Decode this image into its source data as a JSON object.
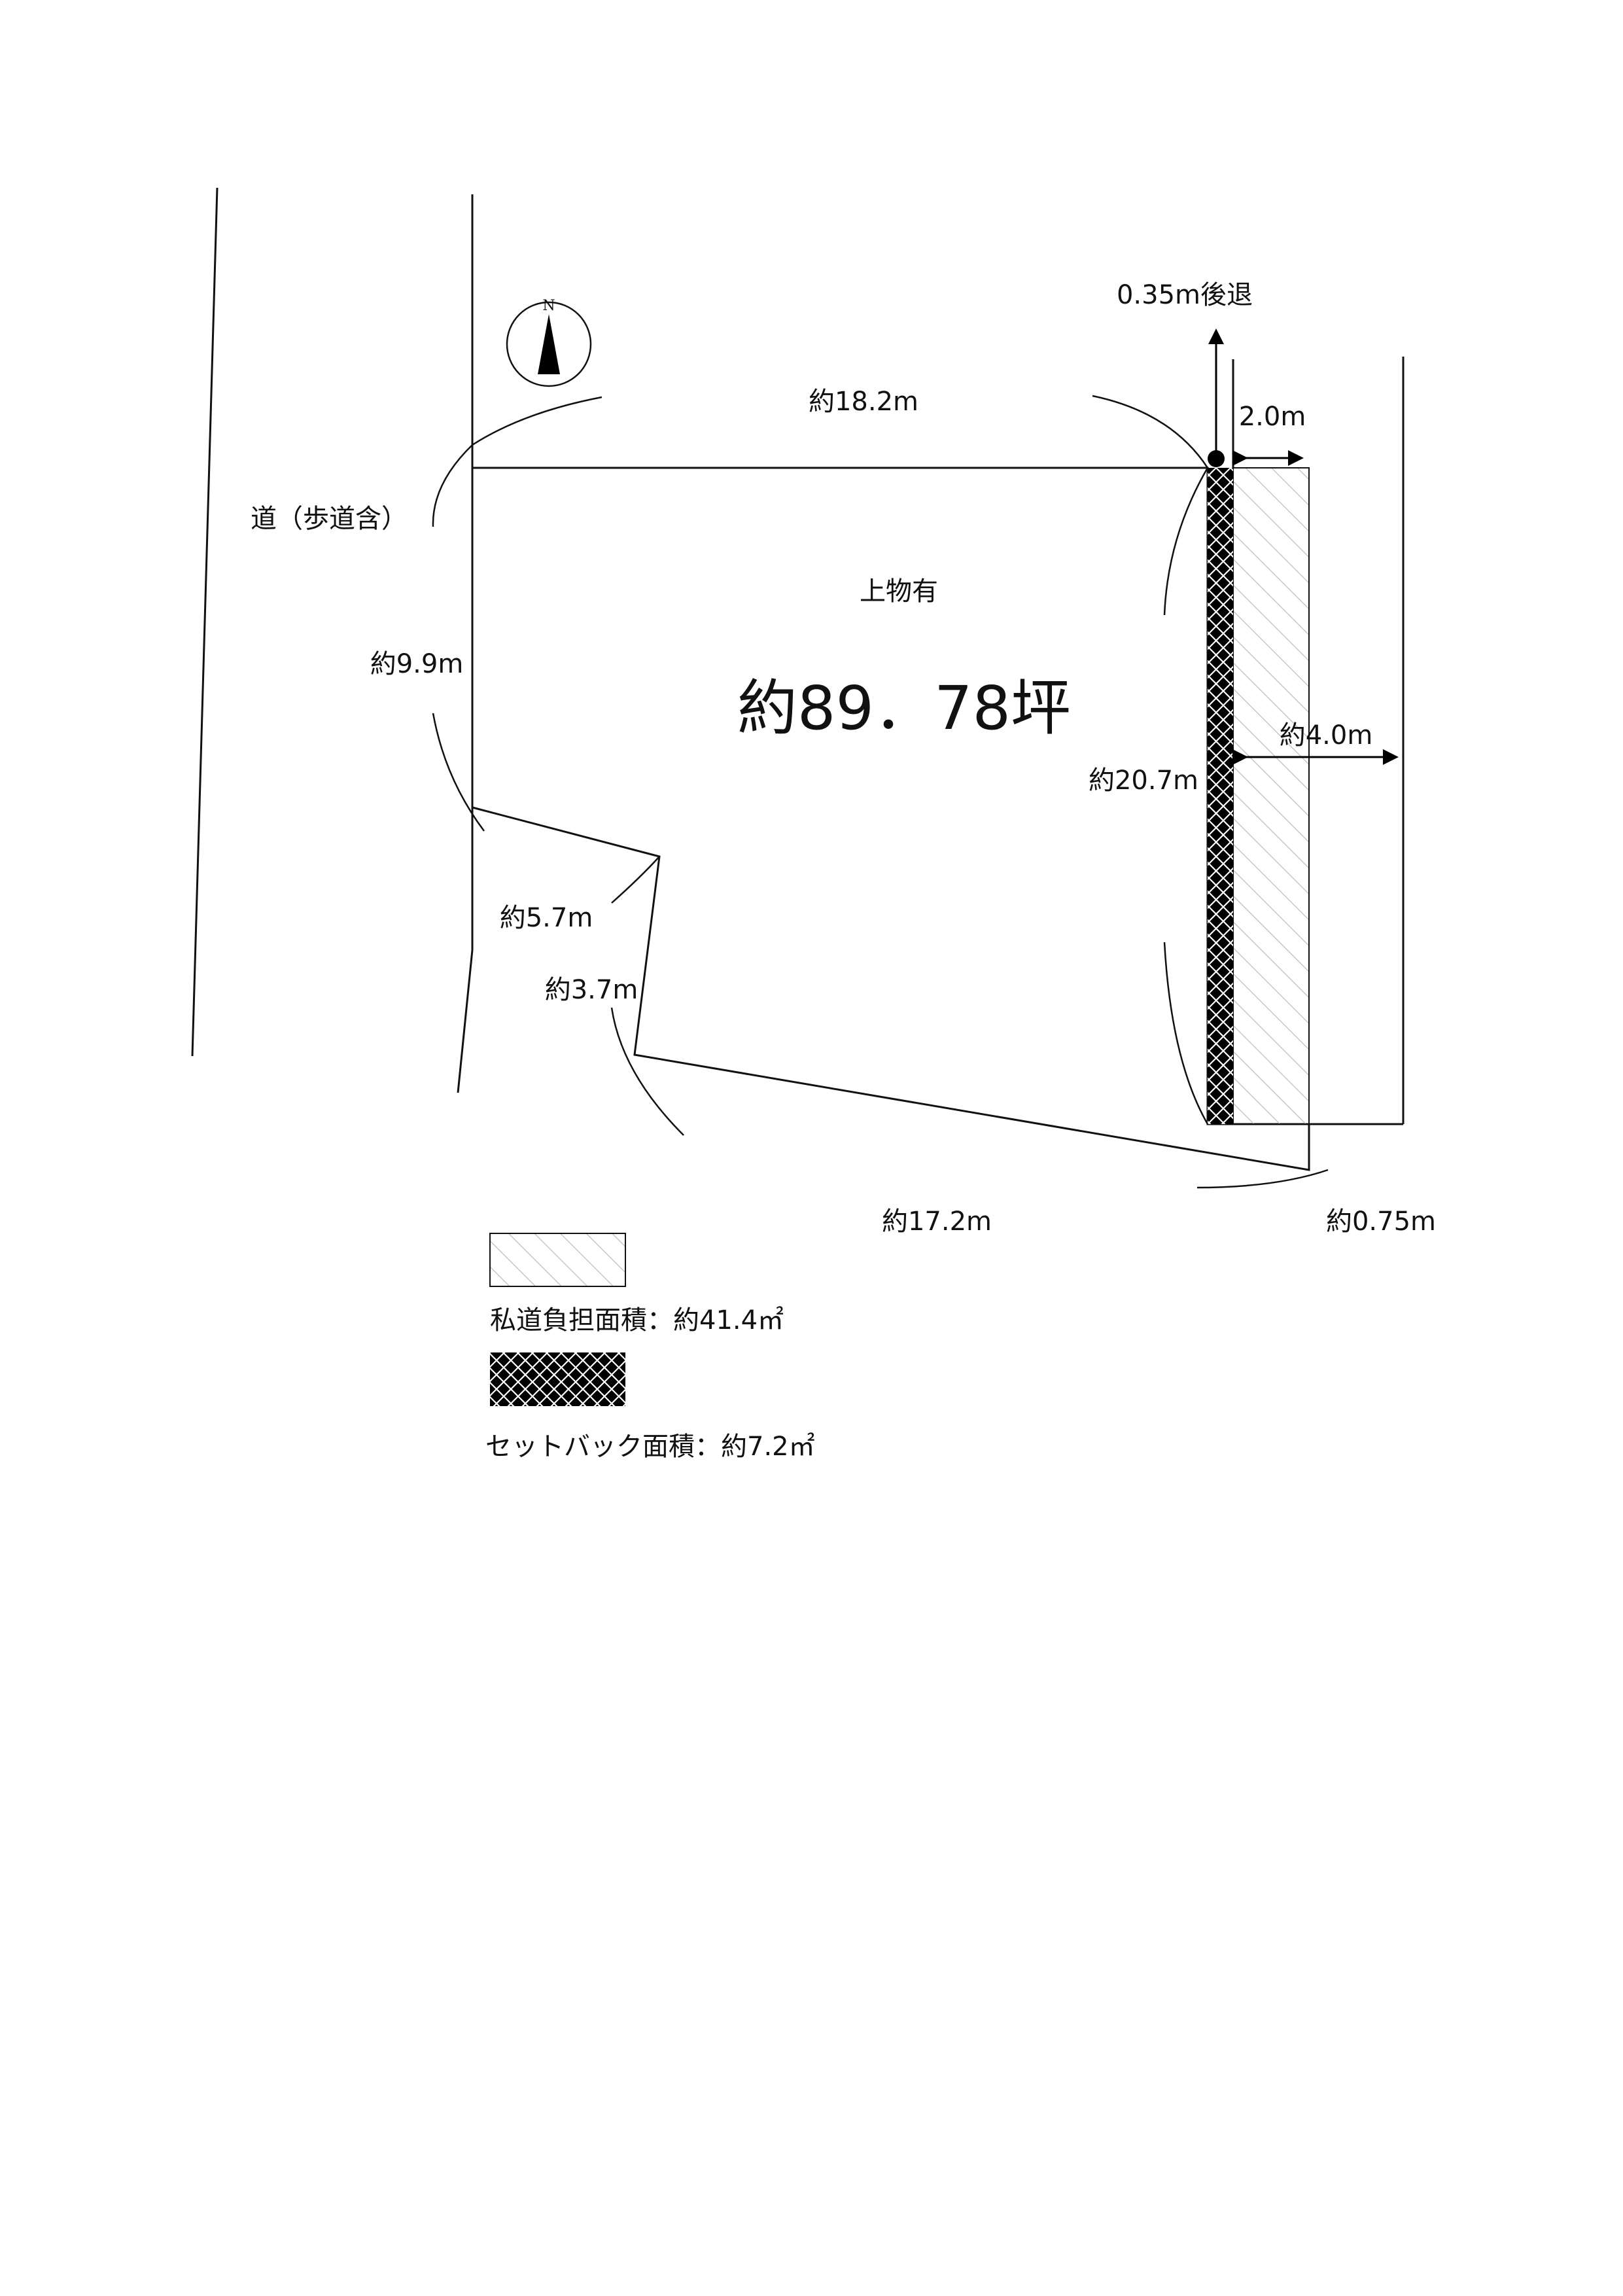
{
  "labels": {
    "road": "道（歩道含）",
    "north": "N",
    "top_edge": "約18.2m",
    "left_edge": "約9.9m",
    "building": "上物有",
    "area": "約89．78坪",
    "right_edge": "約20.7m",
    "road_width": "約4.0m",
    "private_road_width": "2.0m",
    "setback_note": "0.35m後退",
    "notch_top": "約5.7m",
    "notch_side": "約3.7m",
    "bottom_edge": "約17.2m",
    "bottom_offset": "約0.75m"
  },
  "legend": [
    {
      "label": "私道負担面積：約41.4㎡",
      "pattern": "diagonal-hatch"
    },
    {
      "label": "セットバック面積：約7.2㎡",
      "pattern": "crosshatch-black"
    }
  ],
  "colors": {
    "line": "#111111",
    "hatch": "#c8c8c8",
    "setback": "#000000"
  }
}
